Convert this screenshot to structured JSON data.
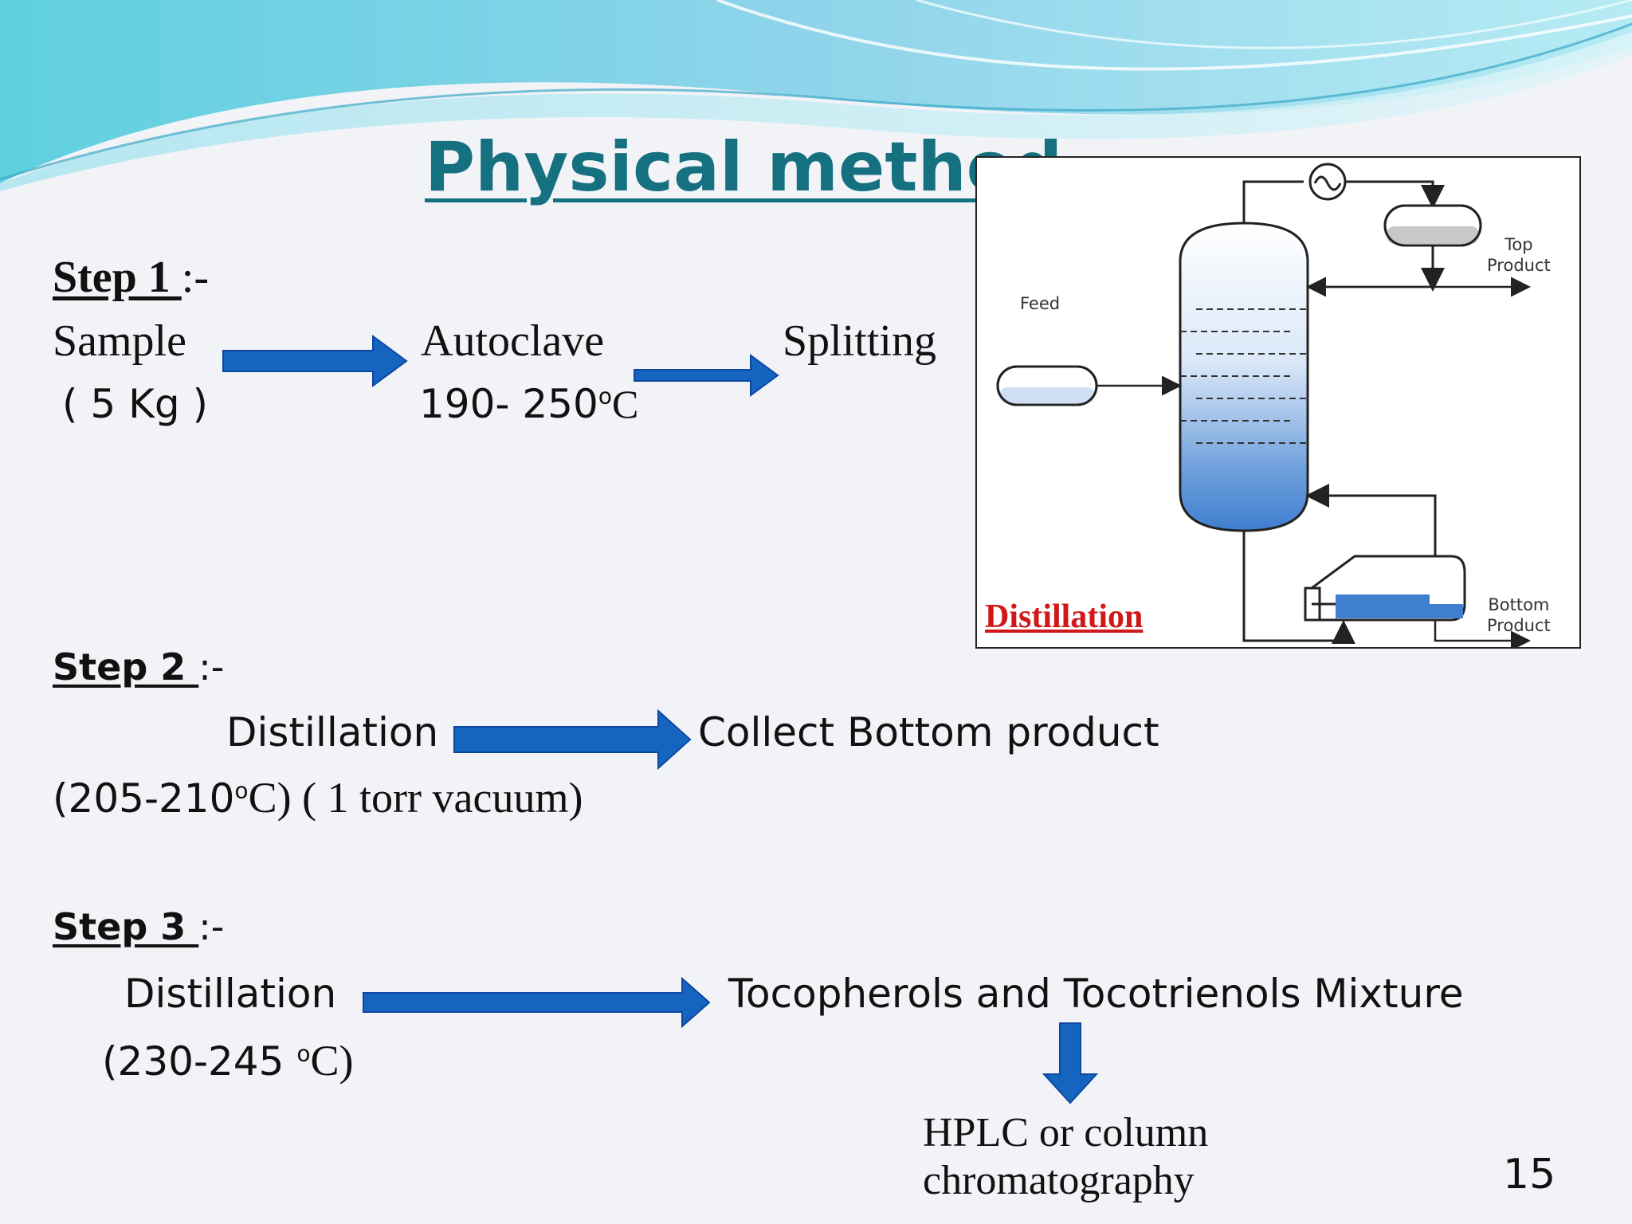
{
  "slide": {
    "title": "Physical method",
    "page_number": "15"
  },
  "step1": {
    "heading": "Step 1 ",
    "heading_suffix": ":-",
    "sample": "Sample",
    "sample_qty": "( 5 Kg )",
    "autoclave": "Autoclave",
    "autoclave_temp": "190- 250",
    "autoclave_unit": "C",
    "splitting": "Splitting"
  },
  "step2": {
    "heading": "Step 2 ",
    "heading_suffix": ":-",
    "process": "Distillation",
    "conditions_prefix": "(205-210",
    "conditions_suffix": "C) ( 1 torr vacuum)",
    "result": "Collect Bottom product"
  },
  "step3": {
    "heading": "Step 3 ",
    "heading_suffix": ":-",
    "process": "Distillation",
    "conditions_prefix": "(230-245 ",
    "conditions_suffix": "C)",
    "result": "Tocopherols and Tocotrienols Mixture",
    "final_line1": "HPLC or column",
    "final_line2": "chromatography"
  },
  "degree_mark": "o",
  "diagram": {
    "caption": "Distillation",
    "feed_label": "Feed",
    "top_product_line1": "Top",
    "top_product_line2": "Product",
    "bottom_product_line1": "Bottom",
    "bottom_product_line2": "Product"
  },
  "colors": {
    "title": "#15707f",
    "arrow_fill": "#1565c0",
    "arrow_edge": "#0d47a1",
    "caption": "#d01818",
    "liquid": "#3f7fd0"
  }
}
